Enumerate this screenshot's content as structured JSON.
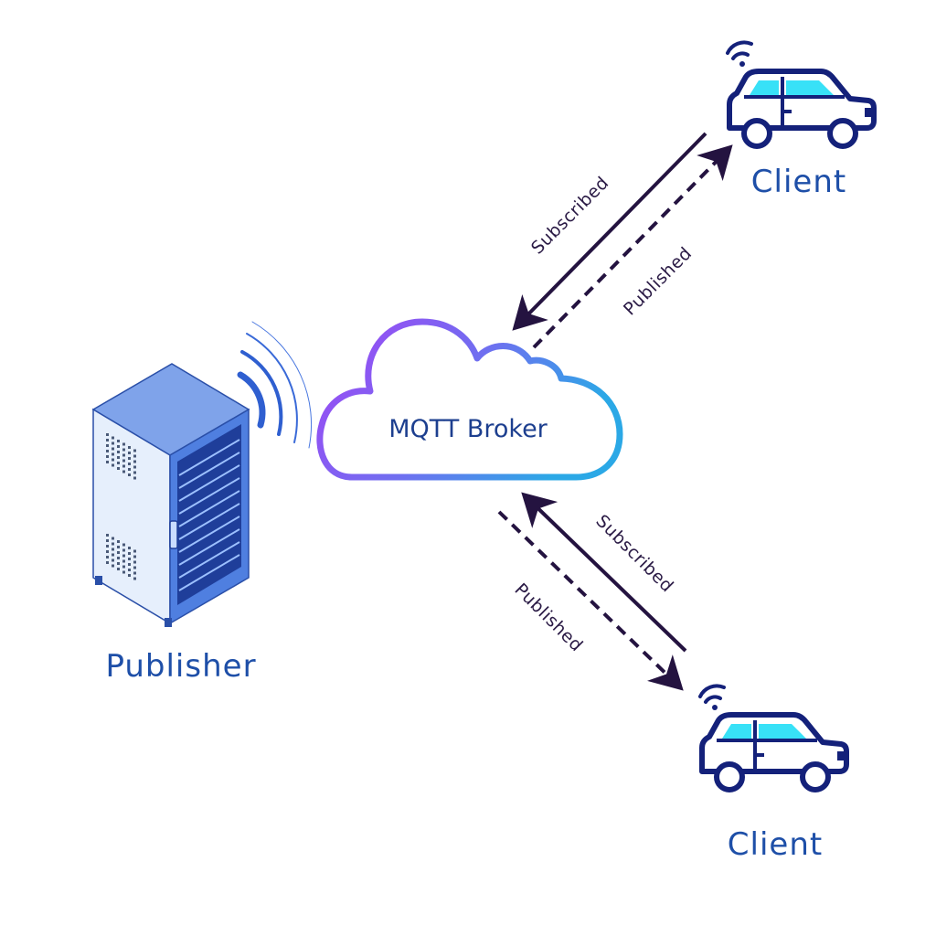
{
  "broker": {
    "label": "MQTT Broker"
  },
  "publisher": {
    "label": "Publisher"
  },
  "clients": [
    {
      "label": "Client"
    },
    {
      "label": "Client"
    }
  ],
  "connections": {
    "top": {
      "subscribed_label": "Subscribed",
      "published_label": "Published"
    },
    "bottom": {
      "subscribed_label": "Subscribed",
      "published_label": "Published"
    }
  },
  "colors": {
    "label_blue": "#1e4fa8",
    "car_outline": "#14217a",
    "car_window": "#38e1f7",
    "cloud_gradient_start": "#a245f5",
    "cloud_gradient_end": "#2ba8e6",
    "arrow": "#241340",
    "server_side": "#dbe8fb",
    "server_front": "#4f7fe0",
    "signal_waves": "#2f5fd0"
  }
}
